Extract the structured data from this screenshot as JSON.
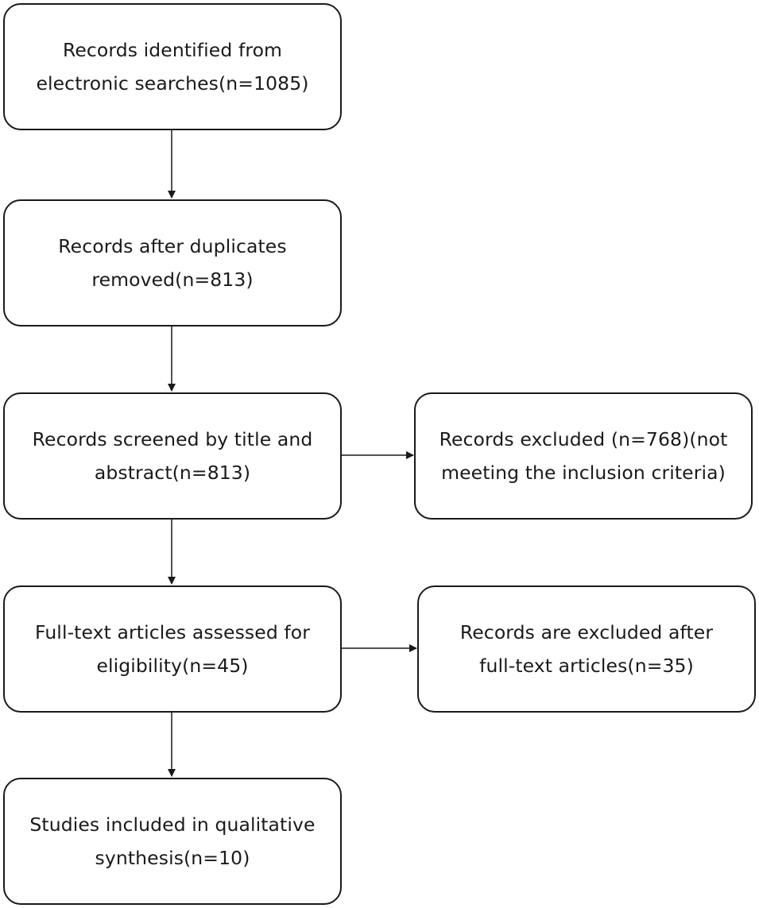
{
  "boxes": {
    "identified": {
      "line1": "Records identified from",
      "line2": "electronic searches(n=1085)"
    },
    "duplicates_removed": {
      "line1": "Records after duplicates",
      "line2": "removed(n=813)"
    },
    "screened": {
      "line1": "Records screened by title and",
      "line2": "abstract(n=813)"
    },
    "excluded_screening": {
      "line1": "Records excluded (n=768)(not",
      "line2": "meeting the inclusion criteria)"
    },
    "full_text_assessed": {
      "line1": "Full-text articles assessed for",
      "line2": "eligibility(n=45)"
    },
    "excluded_full_text": {
      "line1": "Records are excluded after",
      "line2": "full-text articles(n=35)"
    },
    "included": {
      "line1": "Studies included in qualitative",
      "line2": "synthesis(n=10)"
    }
  }
}
